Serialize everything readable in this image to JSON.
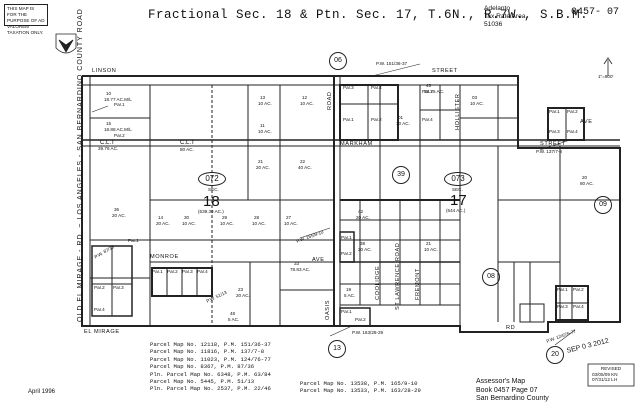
{
  "notice": "THIS MAP IS FOR THE PURPOSE OF AD VALOREM TAXATION ONLY.",
  "title": "Fractional Sec. 18 & Ptn. Sec. 17, T.6N., R.7W., S.B.M.",
  "header_right": {
    "place": "Adelanto",
    "tax_rate_area_label": "Tax Rate Area",
    "tax_rate_area": "51036",
    "map_number": "0457- 07"
  },
  "scale_note": "1\"=800'",
  "roads": {
    "linson": "LINSON",
    "street_top": "STREET",
    "markham": "MARKHAM",
    "street_mid": "STREET",
    "el_mirage": "EL MIRAGE",
    "monroe": "MONROE",
    "oasis": "OASIS",
    "ave": "AVE",
    "road_06": "ROAD",
    "coolidge": "COOLIDGE",
    "fremont": "FREMONT",
    "hollister": "HOLLISTER",
    "st_lawrence": "ST LAWRENCE ROAD",
    "county_line": "OLD EL MIRAGE - RD. ~ LOS ANGELES - SAN BERNARDINO COUNTY ROAD",
    "rd": "RD",
    "ave_right": "AVE"
  },
  "section_labels": {
    "sec18_code": "072",
    "sec18_label": "SEC.",
    "sec18_num": "18",
    "sec18_area": "(639.39 AC.)",
    "sec17_code": "073",
    "sec17_label": "SEC.",
    "sec17_num": "17",
    "sec17_area": "(644 AC.)"
  },
  "adjacent_maps": [
    "06",
    "39",
    "08",
    "09",
    "13",
    "20"
  ],
  "parcels": [
    {
      "num": "10",
      "area": "18.77 AC.M/L"
    },
    {
      "num": "15",
      "area": "18.88 AC.M/L"
    },
    {
      "num": "C.L.T",
      "area": "39.76 AC."
    },
    {
      "num": "C.L.T",
      "area": "80 AC."
    },
    {
      "num": "13",
      "area": "10 AC."
    },
    {
      "num": "12",
      "area": "10 AC."
    },
    {
      "num": "11",
      "area": "10 AC."
    },
    {
      "num": "01",
      "area": "10 AC."
    },
    {
      "num": "03",
      "area": "10 AC."
    },
    {
      "num": "21",
      "area": "20 AC."
    },
    {
      "num": "22",
      "area": "40 AC."
    },
    {
      "num": "45",
      "area": "38.75 AC."
    },
    {
      "num": "36",
      "area": "20 AC."
    },
    {
      "num": "30",
      "area": "10 AC."
    },
    {
      "num": "29",
      "area": "10 AC."
    },
    {
      "num": "28",
      "area": "10 AC."
    },
    {
      "num": "27",
      "area": "10 AC."
    },
    {
      "num": "14",
      "area": "20 AC."
    },
    {
      "num": "20",
      "area": "80 AC."
    },
    {
      "num": "42",
      "area": "20 AC."
    },
    {
      "num": "33",
      "area": "78.83 AC."
    },
    {
      "num": "38",
      "area": "20 AC."
    },
    {
      "num": "21",
      "area": "10 AC."
    },
    {
      "num": "23",
      "area": "20 AC."
    },
    {
      "num": "19",
      "area": "5 AC."
    },
    {
      "num": "48",
      "area": "5 AC."
    }
  ],
  "par_labels": [
    "Par.1",
    "Par.2",
    "Par.3",
    "Par.4",
    "Par.1",
    "Par.2",
    "Par.3",
    "Par.4",
    "Par.1",
    "Par.2",
    "Par.3",
    "Par.4",
    "Par.1",
    "Par.2",
    "Par.3",
    "Par.4",
    "Par.1",
    "Par.2",
    "Par.1",
    "Par.2",
    "Par.3",
    "Par.4",
    "Par.1",
    "Par.2",
    "Par.3",
    "Par.4",
    "Par.1",
    "Par.2"
  ],
  "pw_labels": [
    "P.W. 151/36-37",
    "P.W. 137/7-8",
    "P.W. 87/36",
    "P.W. 51/13",
    "P.W. 165/9-10",
    "P.W. 163/28-29",
    "P.W. 124/76-77"
  ],
  "corner_left": "April 1996",
  "legend_left": [
    "Parcel Map No. 12118, P.M. 151/36-37",
    "Parcel Map No. 11816, P.M. 137/7-8",
    "Parcel Map No. 11023, P.M. 124/76-77",
    "Parcel Map No. 8367, P.M. 87/36",
    "Pln. Parcel Map No. 6348, P.M. 63/84",
    "Parcel Map No. 5445, P.M. 51/13",
    "Pln. Parcel Map No. 2537, P.M. 22/46"
  ],
  "legend_mid": [
    "Parcel Map No. 13538, P.M. 165/9-10",
    "Parcel Map No. 13533, P.M. 163/28-29"
  ],
  "assessor": {
    "line1": "Assessor's Map",
    "line2": "Book 0457 Page 07",
    "line3": "San Bernardino County"
  },
  "revised": {
    "label": "REVISED",
    "lines": [
      "03/05/09 KN",
      "07/31/12 LH"
    ]
  },
  "stamp": "SEP 0 3 2012"
}
